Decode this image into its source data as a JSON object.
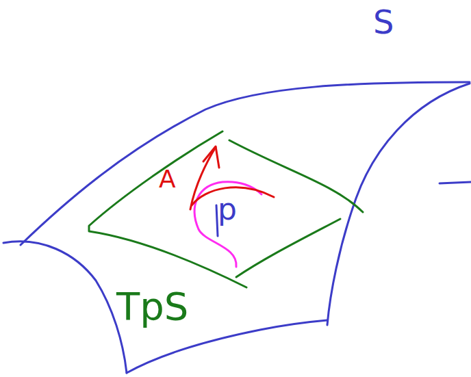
{
  "diagram": {
    "labels": [
      "S",
      "A",
      "p",
      "TpS"
    ]
  }
}
